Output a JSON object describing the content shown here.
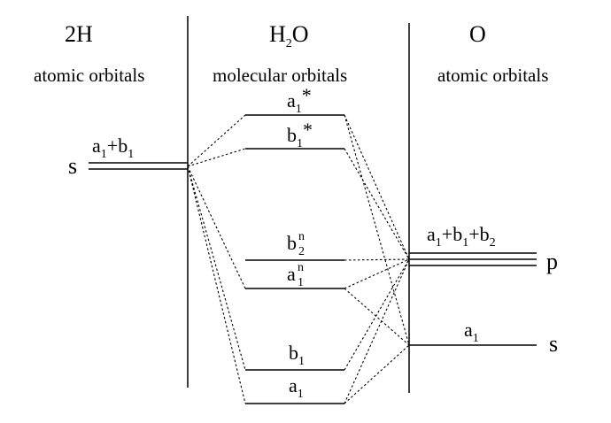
{
  "headers": {
    "left_title": "2H",
    "left_subtitle": "atomic orbitals",
    "center_title_main": "H",
    "center_title_sub": "2",
    "center_title_end": "O",
    "center_subtitle": "molecular orbitals",
    "right_title": "O",
    "right_subtitle": "atomic orbitals"
  },
  "left_orbital": {
    "symbol": "s",
    "label": {
      "t1": "a",
      "s1": "1",
      "op": "+",
      "t2": "b",
      "s2": "1"
    }
  },
  "right_orbitals": {
    "p": {
      "symbol": "p",
      "label": {
        "t1": "a",
        "s1": "1",
        "op1": "+",
        "t2": "b",
        "s2": "1",
        "op2": "+",
        "t3": "b",
        "s3": "2"
      }
    },
    "s": {
      "symbol": "s",
      "label": {
        "t": "a",
        "s": "1"
      }
    }
  },
  "mo_levels": {
    "a1_star": {
      "t": "a",
      "s": "1",
      "mark": "*"
    },
    "b1_star": {
      "t": "b",
      "s": "1",
      "mark": "*"
    },
    "b2_n": {
      "t": "b",
      "s": "2",
      "sup": "n"
    },
    "a1_n": {
      "t": "a",
      "s": "1",
      "sup": "n"
    },
    "b1": {
      "t": "b",
      "s": "1"
    },
    "a1": {
      "t": "a",
      "s": "1"
    }
  }
}
